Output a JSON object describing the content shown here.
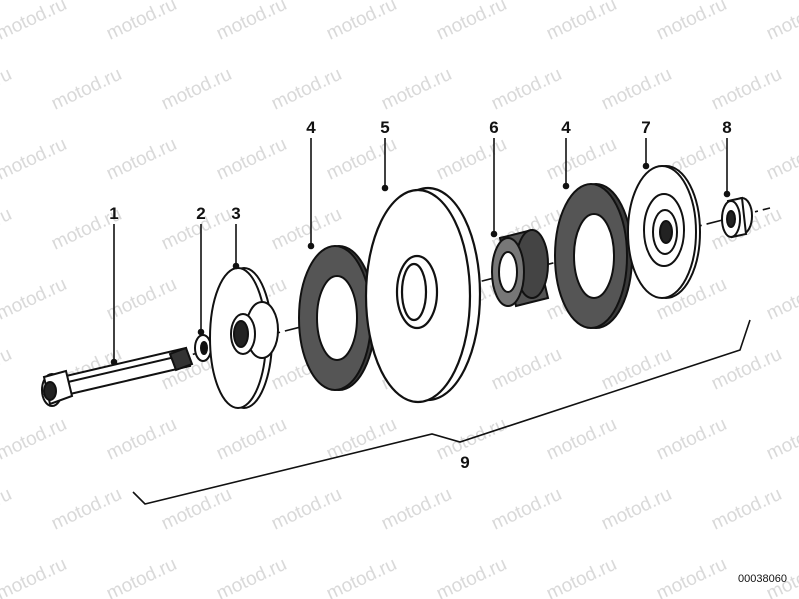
{
  "watermark": "motod.ru",
  "labels": {
    "p1": "1",
    "p2": "2",
    "p3": "3",
    "p4a": "4",
    "p5": "5",
    "p6": "6",
    "p4b": "4",
    "p7": "7",
    "p8": "8",
    "p9": "9"
  },
  "drawing_number": "00038060"
}
